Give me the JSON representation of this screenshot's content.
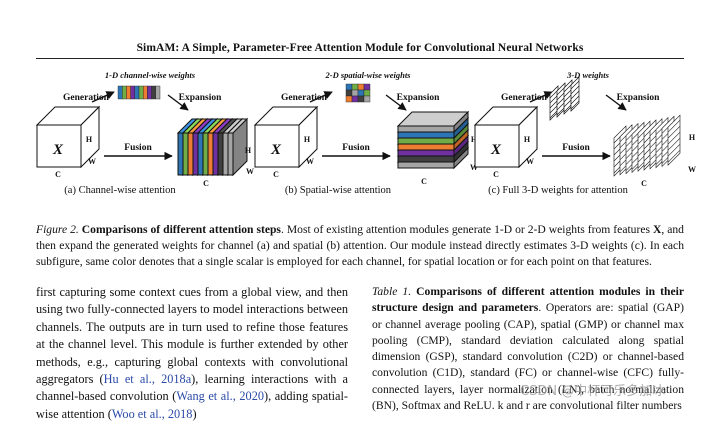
{
  "header": {
    "title": "SimAM: A Simple, Parameter-Free Attention Module for Convolutional Neural Networks"
  },
  "figure": {
    "panels": [
      {
        "id": "a",
        "weights_title": "1-D channel-wise weights",
        "generation": "Generation",
        "expansion": "Expansion",
        "fusion": "Fusion",
        "input_symbol": "X",
        "dim_h": "H",
        "dim_w": "W",
        "dim_c": "C",
        "subcaption": "(a) Channel-wise attention"
      },
      {
        "id": "b",
        "weights_title": "2-D spatial-wise weights",
        "generation": "Generation",
        "expansion": "Expansion",
        "fusion": "Fusion",
        "input_symbol": "X",
        "dim_h": "H",
        "dim_w": "W",
        "dim_c": "C",
        "subcaption": "(b) Spatial-wise attention"
      },
      {
        "id": "c",
        "weights_title": "3-D weights",
        "generation": "Generation",
        "expansion": "Expansion",
        "fusion": "Fusion",
        "input_symbol": "X",
        "dim_h": "H",
        "dim_w": "W",
        "dim_c": "C",
        "subcaption": "(c) Full 3-D weights for attention"
      }
    ],
    "channel_colors": [
      "#2E75B6",
      "#70AD47",
      "#ED7D31",
      "#7030A0",
      "#404040",
      "#A5A5A5"
    ]
  },
  "figure_caption": {
    "label": "Figure 2.",
    "title": "Comparisons of different attention steps",
    "text_part1": ". Most of existing attention modules generate 1-D or 2-D weights from features ",
    "features_symbol": "X",
    "text_part2": ", and then expand the generated weights for channel (a) and spatial (b) attention. Our module instead directly estimates 3-D weights (c). In each subfigure, same color denotes that a single scalar is employed for each channel, for spatial location or for each point on that features."
  },
  "left_column": {
    "p1": "first capturing some context cues from a global view, and then using two fully-connected layers to model interactions between channels. The outputs are in turn used to refine those features at the channel level. This module is further extended by other methods, e.g., capturing global contexts with convolutional aggregators (",
    "cite1": "Hu et al., 2018a",
    "p2": "), learning interactions with a channel-based convolution (",
    "cite2": "Wang et al., 2020",
    "p3": "), adding spatial-wise attention (",
    "cite3": "Woo et al., 2018",
    "p4": ")"
  },
  "table_caption": {
    "label": "Table 1.",
    "title": "Comparisons of different attention modules in their structure design and parameters",
    "text": ". Operators are: spatial (GAP) or channel average pooling (CAP), spatial (GMP) or channel max pooling (CMP), standard deviation calculated along spatial dimension (GSP), standard convolution (C2D) or channel-based convolution (C1D), standard (FC) or channel-wise (CFC) fully-connected layers, layer normalization (LN), batch normalization (BN), Softmax and ReLU. k and r are convolutional filter numbers"
  },
  "watermark": {
    "text": "CSDN @中杯可乐多加冰"
  }
}
